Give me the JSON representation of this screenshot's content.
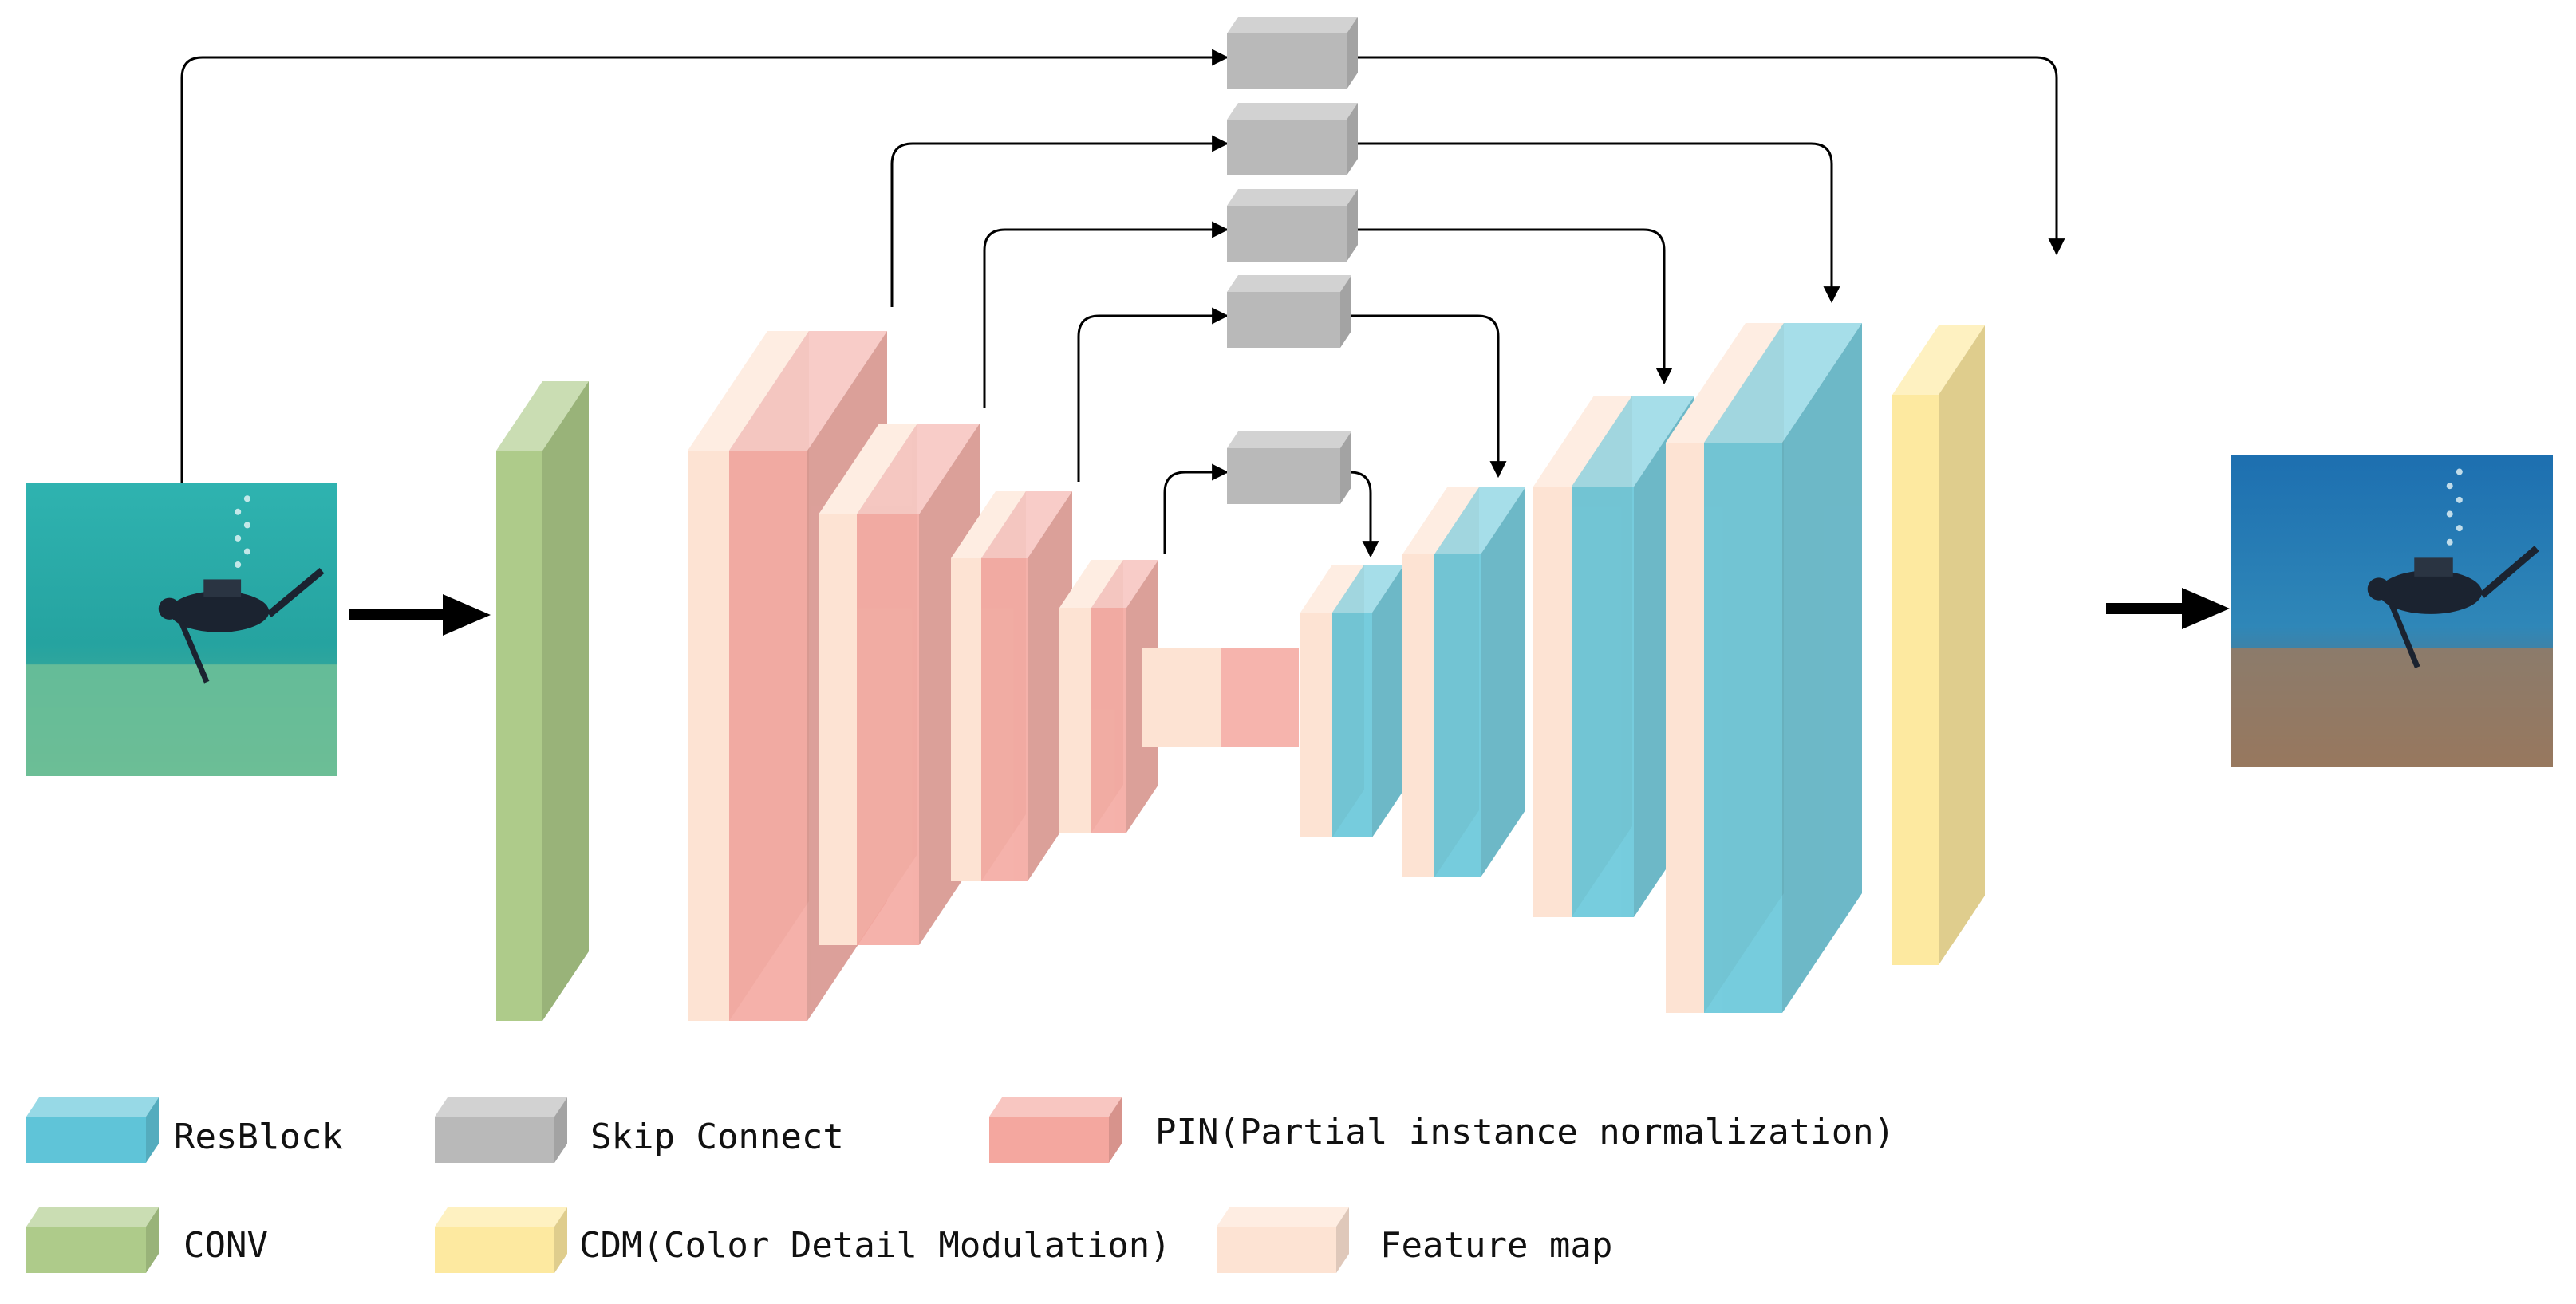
{
  "colors": {
    "resblock": "#5fc4d8",
    "skip": "#b9b9b9",
    "pin": "#f4a79f",
    "conv": "#aecb8a",
    "cdm": "#fde9a0",
    "feature": "#fde3d3",
    "arrow": "#000000"
  },
  "images": {
    "input_icon": "underwater-input-photo",
    "output_icon": "enhanced-output-photo"
  },
  "legend": {
    "resblock": "ResBlock",
    "skip": "Skip Connect",
    "pin": "PIN(Partial instance normalization)",
    "conv": "CONV",
    "cdm": "CDM(Color Detail Modulation)",
    "feature": "Feature map"
  }
}
